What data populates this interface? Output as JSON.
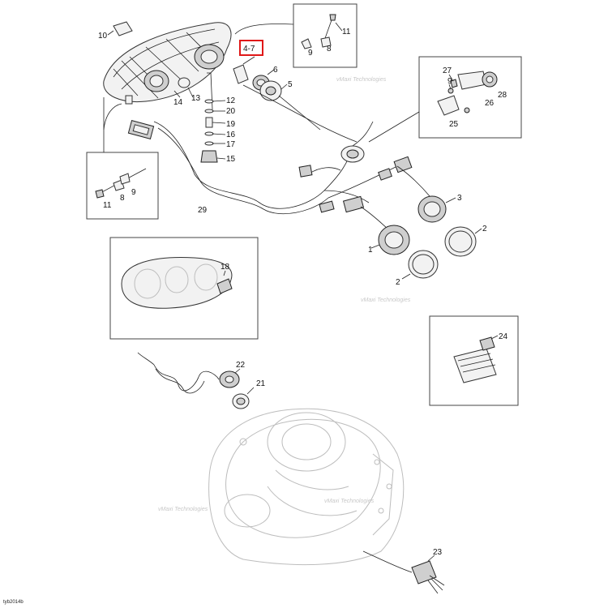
{
  "diagram": {
    "highlight_label": "4-7",
    "footer_code": "tyb2014b",
    "watermarks": [
      "vMaxi Technologies",
      "vMaxi Technologies",
      "vMaxi Technologies",
      "vMaxi Technologies"
    ],
    "callouts": {
      "c1": "1",
      "c2a": "2",
      "c2b": "2",
      "c3": "3",
      "c5": "5",
      "c6": "6",
      "c8a": "8",
      "c8b": "8",
      "c9a": "9",
      "c9b": "9",
      "c10": "10",
      "c11a": "11",
      "c11b": "11",
      "c12": "12",
      "c13": "13",
      "c14": "14",
      "c15": "15",
      "c16": "16",
      "c17": "17",
      "c18": "18",
      "c19": "19",
      "c20": "20",
      "c21": "21",
      "c22": "22",
      "c23": "23",
      "c24": "24",
      "c25": "25",
      "c26": "26",
      "c27": "27",
      "c28": "28",
      "c29": "29"
    }
  }
}
